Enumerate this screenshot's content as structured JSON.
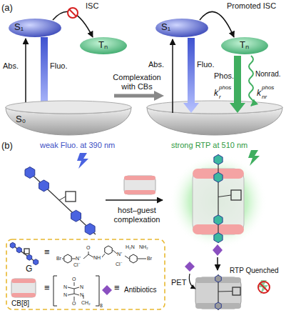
{
  "diagram": {
    "nodes": [
      {
        "text": [
          "S₁"
        ]
      },
      {
        "text": [
          "Tₙ"
        ]
      },
      {
        "text": [
          "S₀"
        ]
      },
      {
        "text": [
          "S₁"
        ]
      },
      {
        "text": [
          "Tₙ"
        ]
      },
      {
        "text": [
          "≡",
          "G",
          "≡",
          "CB[8]",
          "≡",
          "Antibiotics"
        ]
      }
    ],
    "edges": [
      {
        "from": 2,
        "to": 0,
        "arrow": "to"
      },
      {
        "from": 0,
        "to": 2,
        "arrow": "to"
      },
      {
        "from": 0,
        "to": 1,
        "arrow": "to"
      },
      {
        "from": 3,
        "to": 4,
        "arrow": "to"
      }
    ],
    "labels": [
      "(a)",
      "ISC",
      "Abs.",
      "Fluo.",
      "Complexation with CBs",
      "Promoted ISC",
      "Abs.",
      "Fluo.",
      "Phos.",
      "k",
      "phos",
      "r",
      "Nonrad.",
      "k",
      "phos",
      "nr",
      "(b)",
      "weak Fluo. at 390 nm",
      "strong RTP at 510 nm",
      "host–guest complexation",
      "PET",
      "RTP Quenched",
      "Br",
      "N⁺",
      "Cl⁻",
      "O",
      "NH",
      "N⁺",
      "Cl⁻",
      "H₂N",
      "NH₂",
      "Br",
      "O",
      "N",
      "N",
      "N",
      "N",
      "O",
      "CH₂",
      "8"
    ]
  }
}
